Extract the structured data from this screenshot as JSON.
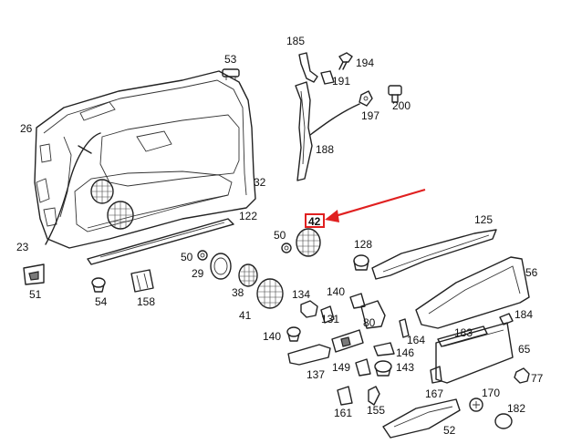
{
  "callouts": {
    "c185": "185",
    "c194": "194",
    "c191": "191",
    "c200": "200",
    "c197": "197",
    "c188": "188",
    "c53": "53",
    "c26": "26",
    "c32": "32",
    "c122": "122",
    "c23": "23",
    "c51": "51",
    "c50a": "50",
    "c29": "29",
    "c54": "54",
    "c158": "158",
    "c38": "38",
    "c41": "41",
    "c50b": "50",
    "c42": "42",
    "c125": "125",
    "c128": "128",
    "c56": "56",
    "c134": "134",
    "c140a": "140",
    "c131": "131",
    "c80": "80",
    "c164": "164",
    "c183": "183",
    "c184": "184",
    "c140b": "140",
    "c146": "146",
    "c65": "65",
    "c137": "137",
    "c149": "149",
    "c143": "143",
    "c77": "77",
    "c167": "167",
    "c170": "170",
    "c182": "182",
    "c161": "161",
    "c155": "155",
    "c52": "52"
  },
  "highlight": {
    "label": "42",
    "color": "#e02020"
  }
}
